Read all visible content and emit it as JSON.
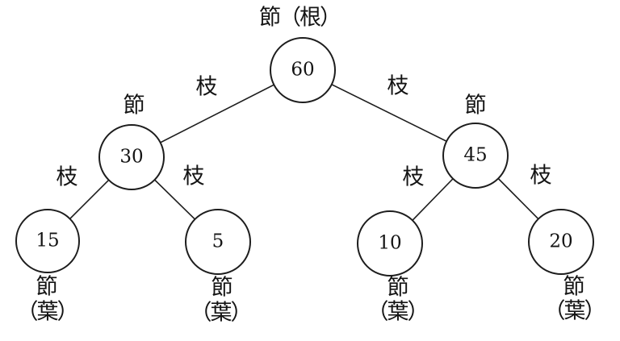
{
  "diagram": {
    "type": "binary-tree",
    "background_color": "#ffffff",
    "stroke_color": "#1d1d1d",
    "nodes": [
      {
        "id": "root",
        "value": "60",
        "label": "節（根）"
      },
      {
        "id": "left-child",
        "value": "30",
        "label": "節"
      },
      {
        "id": "right-child",
        "value": "45",
        "label": "節"
      },
      {
        "id": "leaf-1",
        "value": "15",
        "label": "節",
        "sublabel": "（葉）"
      },
      {
        "id": "leaf-2",
        "value": "5",
        "label": "節",
        "sublabel": "（葉）"
      },
      {
        "id": "leaf-3",
        "value": "10",
        "label": "節",
        "sublabel": "（葉）"
      },
      {
        "id": "leaf-4",
        "value": "20",
        "label": "節",
        "sublabel": "（葉）"
      }
    ],
    "edges": [
      {
        "from": "root",
        "to": "left-child",
        "label": "枝"
      },
      {
        "from": "root",
        "to": "right-child",
        "label": "枝"
      },
      {
        "from": "left-child",
        "to": "leaf-1",
        "label": "枝"
      },
      {
        "from": "left-child",
        "to": "leaf-2",
        "label": "枝"
      },
      {
        "from": "right-child",
        "to": "leaf-3",
        "label": "枝"
      },
      {
        "from": "right-child",
        "to": "leaf-4",
        "label": "枝"
      }
    ]
  }
}
